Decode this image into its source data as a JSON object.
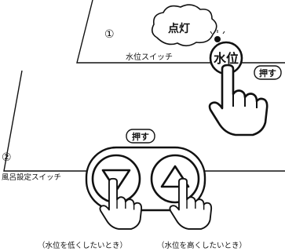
{
  "panel_1": {
    "number": "①",
    "switch_label": "水位スイッチ",
    "indicator_text": "点灯",
    "button_label": "水位",
    "press_label": "押す"
  },
  "panel_2": {
    "number": "②",
    "switch_label": "風呂設定スイッチ",
    "press_label": "押す",
    "caption_lower": "（水位を低くしたいとき）",
    "caption_raise": "（水位を高くしたいとき）",
    "down_icon": "down-triangle-icon",
    "up_icon": "up-triangle-icon"
  }
}
